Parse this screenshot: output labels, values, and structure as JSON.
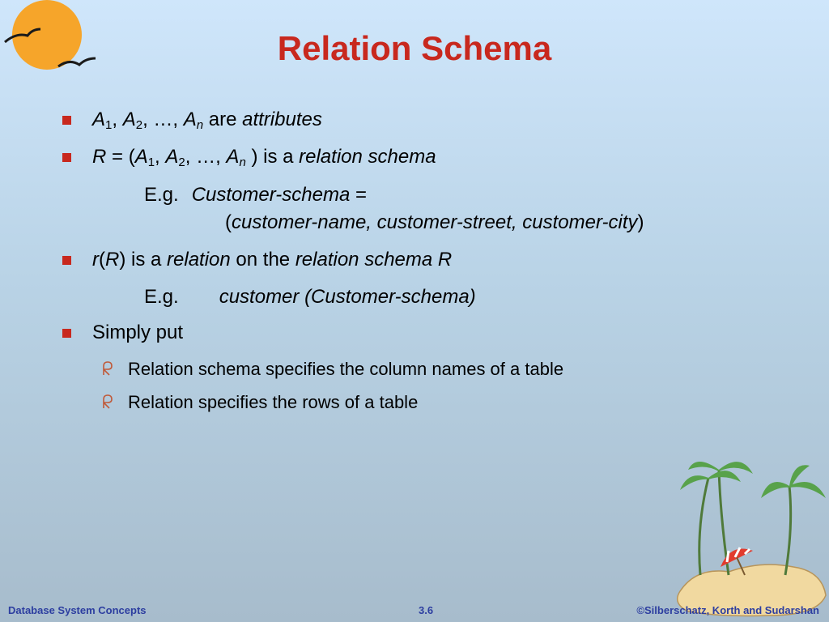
{
  "title": "Relation Schema",
  "bullets": {
    "b1": {
      "a": "A",
      "s1": "1",
      "sep1": ", ",
      "s2": "2",
      "sep2": ", …, ",
      "sn": "n",
      "are": " are ",
      "attributes": "attributes"
    },
    "b2": {
      "r": "R",
      "eq": " = (",
      "s1": "1",
      "s2": "2",
      "sep": ", …, ",
      "sn": "n",
      "close": " ) is a ",
      "relation_schema": "relation schema"
    },
    "eg1": {
      "label": "E.g.",
      "schema_name": "Customer-schema",
      "eq": " =",
      "open": "(",
      "attrs": "customer-name, customer-street, customer-city",
      "close": ")"
    },
    "b3": {
      "r": "r",
      "open": "(",
      "R": "R",
      "close": ") is a ",
      "relation": "relation",
      "on_the": " on the ",
      "relation_schema_R": "relation schema R"
    },
    "eg2": {
      "label": "E.g.",
      "value": "customer (Customer-schema)"
    },
    "b4": {
      "text": "Simply put"
    },
    "sub": [
      "Relation schema specifies the column names of a table",
      "Relation specifies the rows of a table"
    ]
  },
  "footer": {
    "left": "Database System Concepts",
    "center": "3.6",
    "right": "©Silberschatz, Korth and Sudarshan"
  },
  "colors": {
    "title": "#c8281e",
    "bullet": "#c8281e",
    "footer": "#2d3ea0",
    "sun": "#f6a52a"
  }
}
